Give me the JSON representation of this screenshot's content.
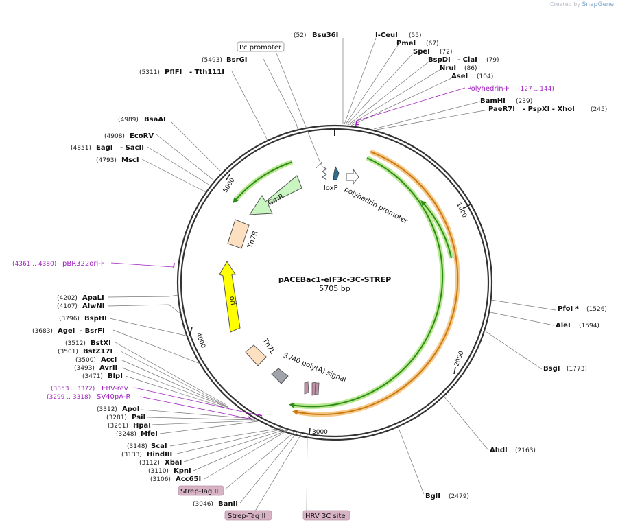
{
  "watermark": {
    "prefix": "Created by",
    "brand": "SnapGene"
  },
  "plasmid": {
    "name": "pACEBac1-eIF3c-3C-STREP",
    "length_label": "5705 bp"
  },
  "ticks": [
    "1000",
    "2000",
    "3000",
    "4000",
    "5000"
  ],
  "sites_right": [
    {
      "name": "Bsu36I",
      "pos": "(52)"
    },
    {
      "name": "I-CeuI",
      "pos": "(55)"
    },
    {
      "name": "PmeI",
      "pos": "(67)"
    },
    {
      "name": "SpeI",
      "pos": "(72)"
    },
    {
      "name": "BspDI",
      "extra": "- ClaI",
      "pos": "(79)"
    },
    {
      "name": "NruI",
      "pos": "(86)"
    },
    {
      "name": "AseI",
      "pos": "(104)"
    },
    {
      "name": "BamHI",
      "pos": "(239)"
    },
    {
      "name": "PaeR7I",
      "extra": "- PspXI  - XhoI",
      "pos": "(245)"
    },
    {
      "name": "PfoI *",
      "pos": "(1526)"
    },
    {
      "name": "AleI",
      "pos": "(1594)"
    },
    {
      "name": "BsgI",
      "pos": "(1773)"
    },
    {
      "name": "AhdI",
      "pos": "(2163)"
    },
    {
      "name": "BglI",
      "pos": "(2479)"
    }
  ],
  "sites_left": [
    {
      "name": "BsrGI",
      "pos": "(5493)"
    },
    {
      "name": "PflFI",
      "extra": "- Tth111I",
      "pos": "(5311)"
    },
    {
      "name": "BsaAI",
      "pos": "(4989)"
    },
    {
      "name": "EcoRV",
      "pos": "(4908)"
    },
    {
      "name": "EagI",
      "extra": "- SacII",
      "pos": "(4851)"
    },
    {
      "name": "MscI",
      "pos": "(4793)"
    },
    {
      "name": "ApaLI",
      "pos": "(4202)"
    },
    {
      "name": "AlwNI",
      "pos": "(4107)"
    },
    {
      "name": "BspHI",
      "pos": "(3796)"
    },
    {
      "name": "AgeI",
      "extra": "- BsrFI",
      "pos": "(3683)"
    },
    {
      "name": "BstXI",
      "pos": "(3512)"
    },
    {
      "name": "BstZ17I",
      "pos": "(3501)"
    },
    {
      "name": "AccI",
      "pos": "(3500)"
    },
    {
      "name": "AvrII",
      "pos": "(3493)"
    },
    {
      "name": "BlpI",
      "pos": "(3471)"
    },
    {
      "name": "ApoI",
      "pos": "(3312)"
    },
    {
      "name": "PsiI",
      "pos": "(3281)"
    },
    {
      "name": "HpaI",
      "pos": "(3261)"
    },
    {
      "name": "MfeI",
      "pos": "(3248)"
    },
    {
      "name": "ScaI",
      "pos": "(3148)"
    },
    {
      "name": "HindIII",
      "pos": "(3133)"
    },
    {
      "name": "XbaI",
      "pos": "(3112)"
    },
    {
      "name": "KpnI",
      "pos": "(3110)"
    },
    {
      "name": "Acc65I",
      "pos": "(3106)"
    },
    {
      "name": "BanII",
      "pos": "(3046)"
    }
  ],
  "primers": [
    {
      "name": "Polyhedrin-F",
      "range": "(127 .. 144)"
    },
    {
      "name": "pBR322ori-F",
      "range": "(4361 .. 4380)"
    },
    {
      "name": "EBV-rev",
      "range": "(3353 .. 3372)"
    },
    {
      "name": "SV40pA-R",
      "range": "(3299 .. 3318)"
    }
  ],
  "boxed_labels": [
    "Pc promoter",
    "Strep-Tag II",
    "Strep-Tag II",
    "HRV 3C site"
  ],
  "features": {
    "loxP": "loxP",
    "polyhedrin_promoter": "polyhedrin promoter",
    "GmR": "GmR",
    "Tn7R": "Tn7R",
    "ori": "ori",
    "Tn7L": "Tn7L",
    "sv40": "SV40 poly(A) signal"
  },
  "colors": {
    "backbone": "#333333",
    "orf_green": "#2e8b1a",
    "orf_glow": "#b8e890",
    "orf_orange": "#c87a10",
    "orf_orange_glow": "#f6c98a",
    "GmR": "#c8f5c0",
    "ori": "#ffff00",
    "tn7": "#fde0c0",
    "sv40": "#a0a4aa",
    "loxP": "#2f6f8f",
    "primer": "#a020c0",
    "tag_box": "#d7b3c3"
  }
}
